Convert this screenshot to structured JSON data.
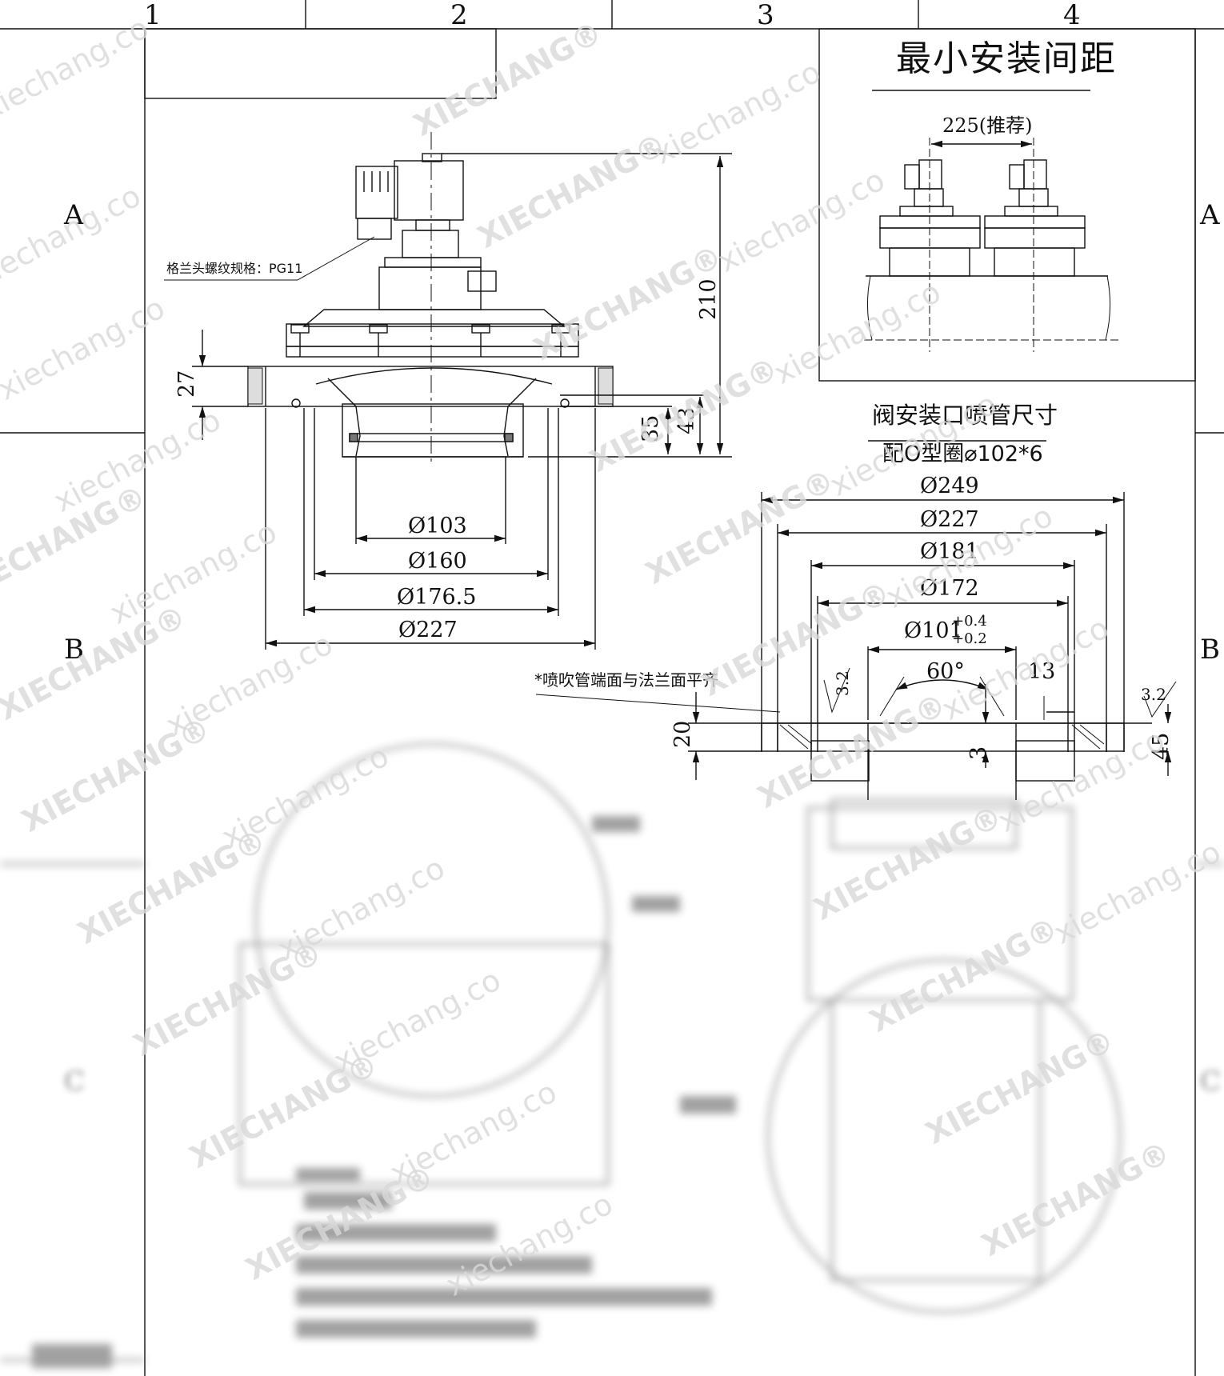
{
  "zones": {
    "columns": [
      "1",
      "2",
      "3",
      "4"
    ],
    "rows_left": [
      "A",
      "B",
      "C"
    ],
    "rows_right": [
      "A",
      "B",
      "C"
    ]
  },
  "main_view": {
    "gland_note": "格兰头螺纹规格：PG11",
    "height_total": "210",
    "flange_thickness": "27",
    "dim_35": "35",
    "dim_43": "43",
    "diameters": [
      "Ø103",
      "Ø160",
      "Ø176.5",
      "Ø227"
    ]
  },
  "min_spacing": {
    "title": "最小安装间距",
    "spacing": "225(推荐)"
  },
  "nozzle": {
    "title": "阀安装口喷管尺寸",
    "oring": "配O型圈⌀102*6",
    "diameters": [
      "Ø249",
      "Ø227",
      "Ø181",
      "Ø172"
    ],
    "d101": "Ø101",
    "tol_upper": "+0.4",
    "tol_lower": "+0.2",
    "angle": "60°",
    "dim_13": "13",
    "rough_left": "3.2",
    "rough_right": "3.2",
    "note": "*喷吹管端面与法兰面平齐",
    "dim_20": "20",
    "dim_3": "3",
    "dim_45": "45"
  },
  "watermark": {
    "brand": "XIECHANG®",
    "site": "xiechang.co"
  }
}
